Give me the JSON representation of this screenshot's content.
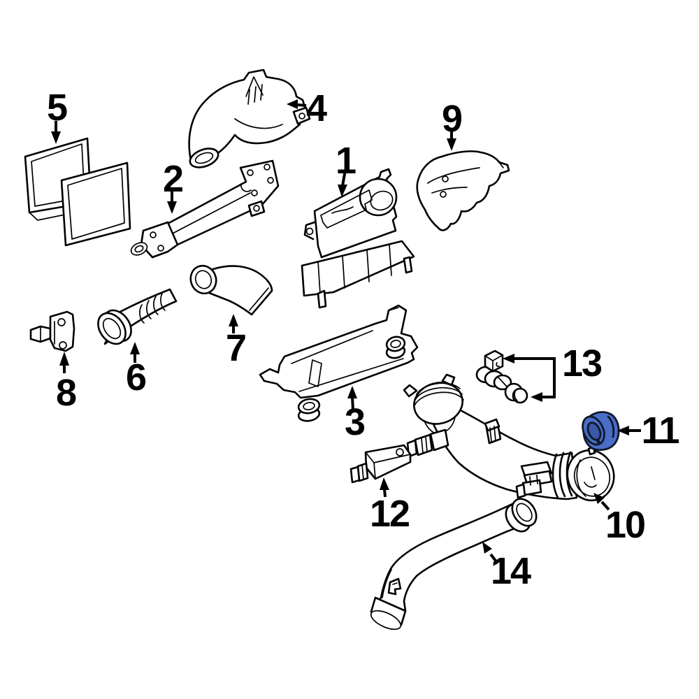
{
  "diagram": {
    "kind": "exploded-parts-diagram",
    "background_color": "#ffffff",
    "line_color": "#000000",
    "highlight_color": "#4a6dc7",
    "highlighted_callout": "11",
    "callouts": [
      {
        "label": "1"
      },
      {
        "label": "2"
      },
      {
        "label": "3"
      },
      {
        "label": "4"
      },
      {
        "label": "5"
      },
      {
        "label": "6"
      },
      {
        "label": "7"
      },
      {
        "label": "8"
      },
      {
        "label": "9"
      },
      {
        "label": "10"
      },
      {
        "label": "11"
      },
      {
        "label": "12"
      },
      {
        "label": "13"
      },
      {
        "label": "14"
      }
    ]
  }
}
